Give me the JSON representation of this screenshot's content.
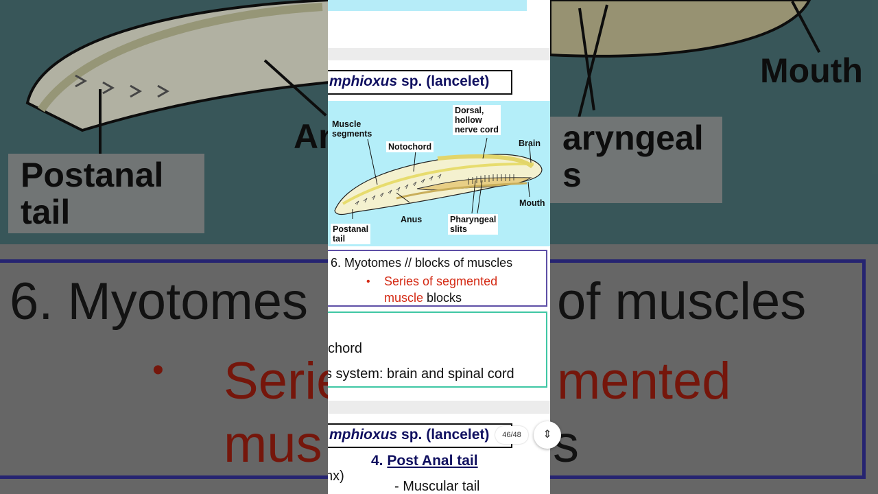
{
  "background": {
    "postanal_label": "Postanal\ntail",
    "anus_fragment": "An",
    "mouth_label": "Mouth",
    "pharyngeal_fragment": "aryngeal\ns",
    "myotomes_fragment_left": "6. Myotomes",
    "myotomes_fragment_right": "of muscles",
    "bullet": "•",
    "series_fragment": "Serie",
    "segmented_fragment": "mented",
    "mus_fragment": "mus",
    "s_fragment": "s"
  },
  "slide1": {
    "title_italic": "mphioxus",
    "title_rest": " sp. (lancelet)",
    "labels": {
      "muscle_segments": "Muscle\nsegments",
      "notochord": "Notochord",
      "dorsal_nerve_cord": "Dorsal,\nhollow\nnerve cord",
      "brain": "Brain",
      "mouth": "Mouth",
      "anus": "Anus",
      "pharyngeal_slits": "Pharyngeal\nslits",
      "postanal_tail": "Postanal\ntail"
    },
    "point6": "6. Myotomes // blocks of muscles",
    "bullet": "•",
    "series_red": "Series of segmented",
    "muscle_red": "muscle",
    "blocks_black": " blocks",
    "chord_fragment": "chord",
    "nervous_fragment": "s system: brain and spinal cord"
  },
  "slide2": {
    "title_italic": "mphioxus",
    "title_rest": " sp. (lancelet)",
    "point4_num": "4. ",
    "point4_label": "Post Anal tail",
    "nx_fragment": "nx)",
    "muscular_tail": "-  Muscular tail"
  },
  "pager": {
    "page_counter": "46/48",
    "scroll_glyph": "⇕"
  },
  "colors": {
    "title_navy": "#101060",
    "bullet_red": "#d42a14",
    "diagram_cyan": "#b4eef9",
    "box6_border": "#5d4ea6",
    "green_border": "#3ec7a4"
  }
}
